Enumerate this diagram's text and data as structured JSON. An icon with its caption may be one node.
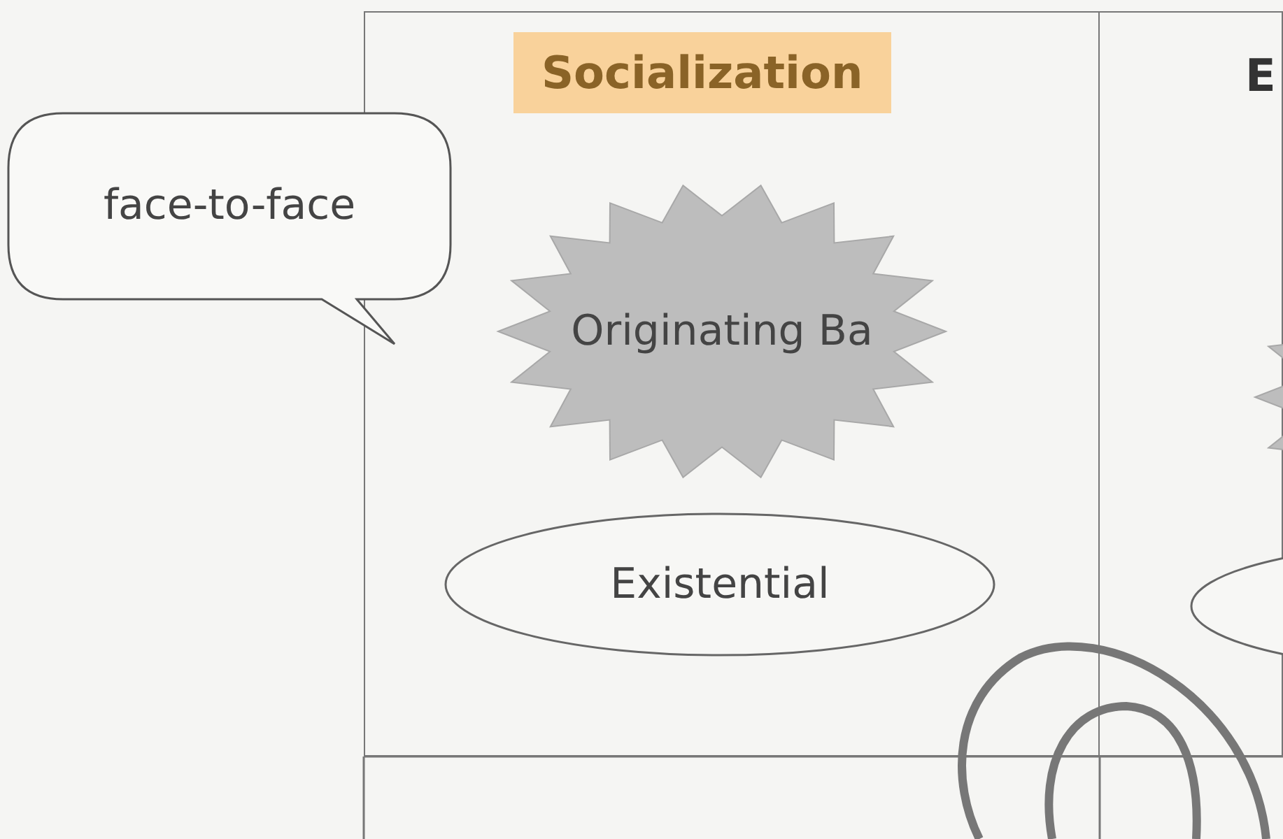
{
  "diagram": {
    "nodes": [
      {
        "text": [
          "Socialization"
        ]
      },
      {
        "text": [
          "Originating Ba"
        ],
        "in": 0
      },
      {
        "text": [
          "Existential"
        ],
        "in": 0
      },
      {
        "text": [
          "face-to-face"
        ]
      },
      {
        "text": [
          "E"
        ]
      },
      {
        "text": [],
        "shape": "star"
      },
      {
        "text": [],
        "shape": "ellipse"
      }
    ],
    "edges": []
  }
}
